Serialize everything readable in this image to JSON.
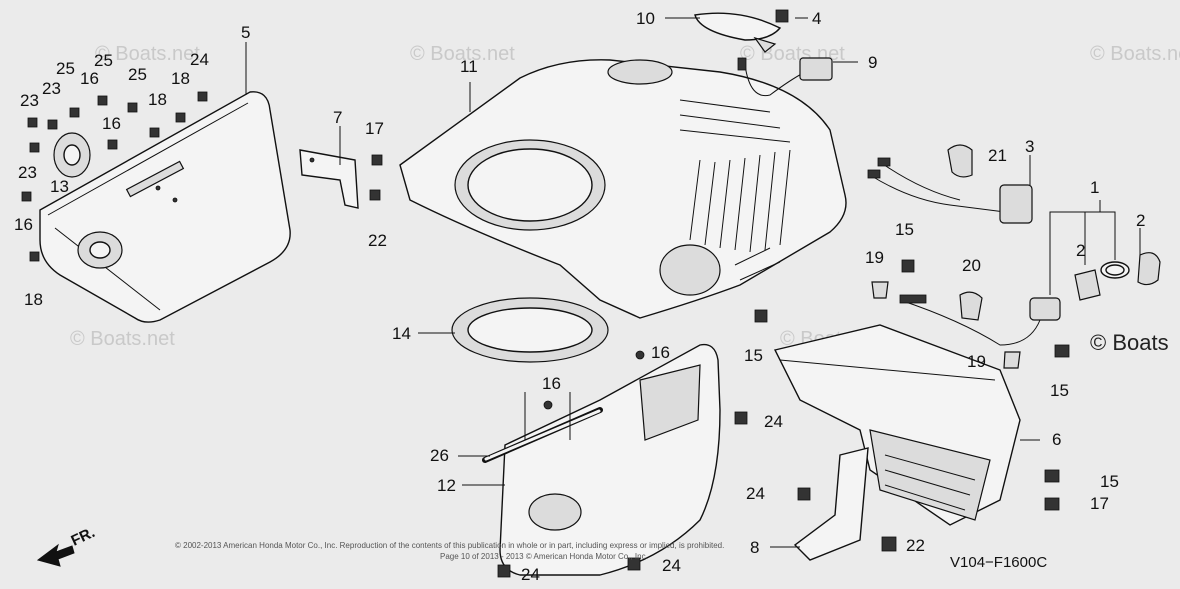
{
  "diagram": {
    "callouts": [
      {
        "label": "1"
      },
      {
        "label": "2"
      },
      {
        "label": "2"
      },
      {
        "label": "3"
      },
      {
        "label": "4"
      },
      {
        "label": "5"
      },
      {
        "label": "6"
      },
      {
        "label": "7"
      },
      {
        "label": "8"
      },
      {
        "label": "9"
      },
      {
        "label": "10"
      },
      {
        "label": "11"
      },
      {
        "label": "12"
      },
      {
        "label": "13"
      },
      {
        "label": "14"
      },
      {
        "label": "15"
      },
      {
        "label": "15"
      },
      {
        "label": "15"
      },
      {
        "label": "15"
      },
      {
        "label": "16"
      },
      {
        "label": "16"
      },
      {
        "label": "16"
      },
      {
        "label": "16"
      },
      {
        "label": "16"
      },
      {
        "label": "17"
      },
      {
        "label": "17"
      },
      {
        "label": "18"
      },
      {
        "label": "18"
      },
      {
        "label": "18"
      },
      {
        "label": "19"
      },
      {
        "label": "19"
      },
      {
        "label": "20"
      },
      {
        "label": "21"
      },
      {
        "label": "22"
      },
      {
        "label": "22"
      },
      {
        "label": "23"
      },
      {
        "label": "23"
      },
      {
        "label": "23"
      },
      {
        "label": "24"
      },
      {
        "label": "24"
      },
      {
        "label": "24"
      },
      {
        "label": "24"
      },
      {
        "label": "24"
      },
      {
        "label": "25"
      },
      {
        "label": "25"
      },
      {
        "label": "25"
      },
      {
        "label": "26"
      }
    ],
    "watermarks": [
      "© Boats.net",
      "© Boats.net",
      "© Boats.net",
      "© Boats.net",
      "© Boats.net",
      "© Boats.net",
      "© Boats"
    ],
    "front_label": "FR.",
    "diagram_code": "V104−F1600C",
    "copyright_line1": "© 2002-2013 American Honda Motor Co., Inc. Reproduction of the contents of this publication in whole or in part, including express or implied, is prohibited.",
    "copyright_line2": "Page 10 of 2013 - 2013 © American Honda Motor Co., Inc."
  }
}
